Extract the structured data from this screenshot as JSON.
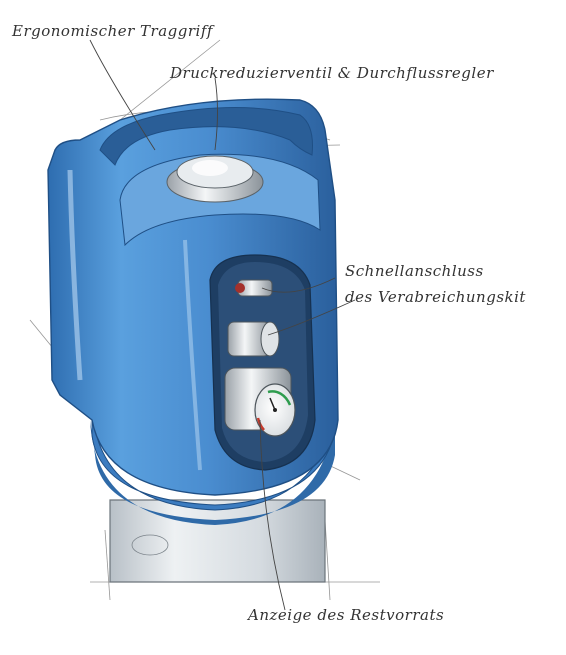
{
  "labels": {
    "handle": "Ergonomischer Traggriff",
    "valve": "Druckreduzierventil & Durchflussregler",
    "quick_connect_line1": "Schnellanschluss",
    "quick_connect_line2": "des Verabreichungskit",
    "gauge": "Anzeige des Restvorrats"
  },
  "colors": {
    "cap_blue": "#4f92d2",
    "cap_dark": "#2f6aa8",
    "cap_light": "#9cc6ec",
    "cylinder": "#d7dde2",
    "metal": "#c9cdd1",
    "ink": "#333333"
  }
}
